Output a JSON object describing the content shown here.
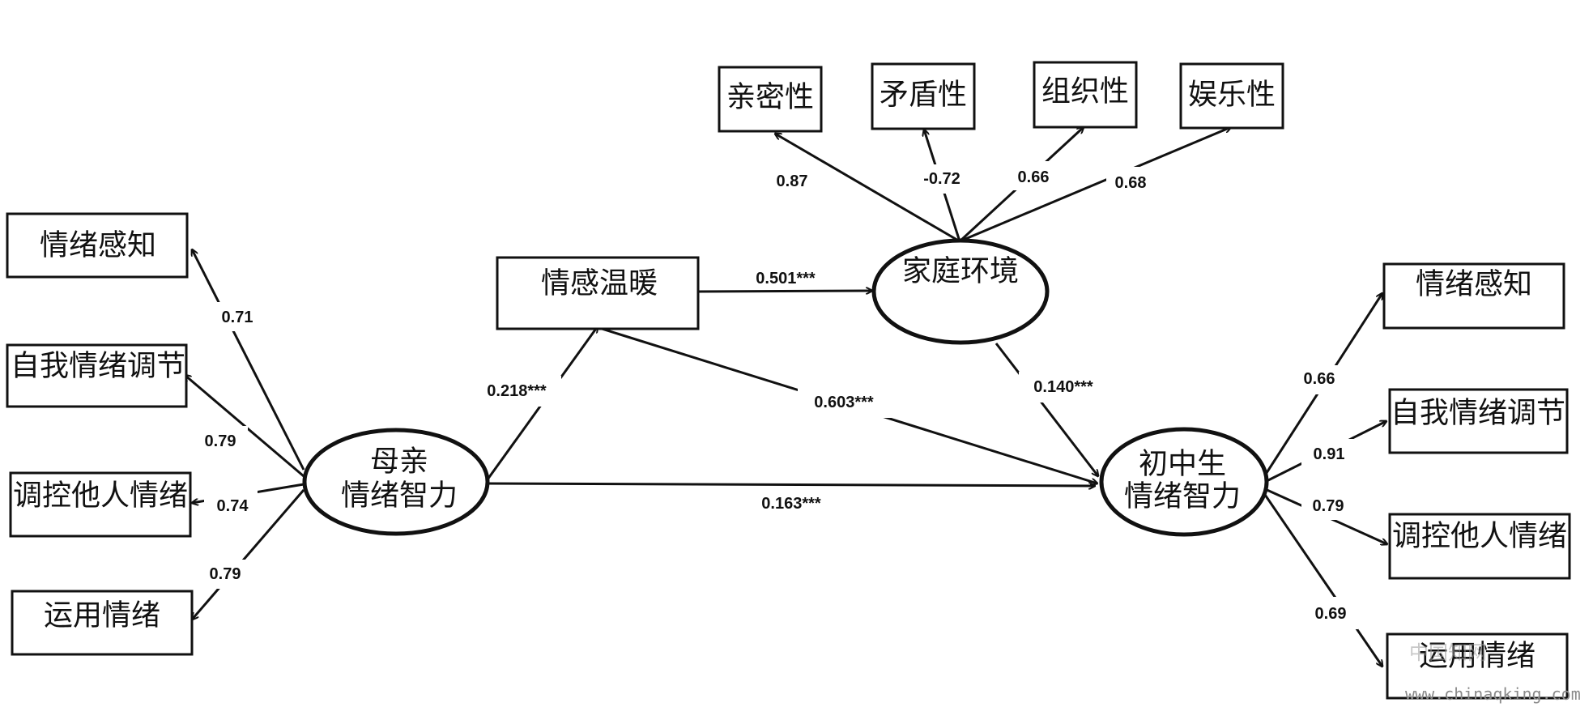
{
  "nodes": {
    "mother_ei": {
      "line1": "母亲",
      "line2": "情绪智力"
    },
    "student_ei": {
      "line1": "初中生",
      "line2": "情绪智力"
    },
    "emotional_warmth": "情感温暖",
    "family_environment": "家庭环境"
  },
  "left_indicators": [
    "情绪感知",
    "自我情绪调节",
    "调控他人情绪",
    "运用情绪"
  ],
  "right_indicators": [
    "情绪感知",
    "自我情绪调节",
    "调控他人情绪",
    "运用情绪"
  ],
  "family_indicators": [
    "亲密性",
    "矛盾性",
    "组织性",
    "娱乐性"
  ],
  "loadings": {
    "left": [
      "0.71",
      "0.79",
      "0.74",
      "0.79"
    ],
    "right": [
      "0.66",
      "0.91",
      "0.79",
      "0.69"
    ],
    "family": [
      "0.87",
      "-0.72",
      "0.66",
      "0.68"
    ]
  },
  "paths": {
    "mother_to_warmth": "0.218***",
    "warmth_to_family": "0.501***",
    "warmth_to_student": "0.603***",
    "family_to_student": "0.140***",
    "mother_to_student": "0.163***"
  },
  "watermark": {
    "cn": "中国知网",
    "url": "www.chinaqking.com"
  }
}
